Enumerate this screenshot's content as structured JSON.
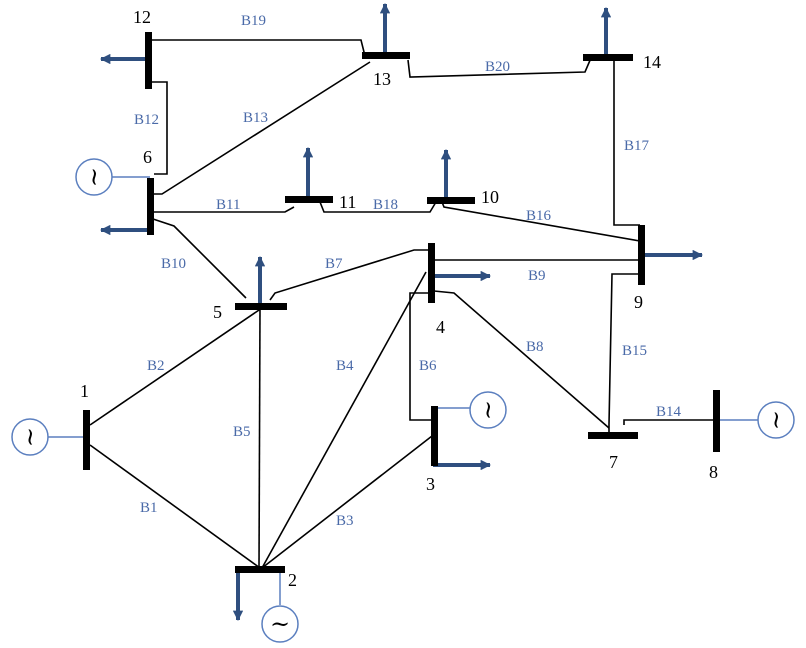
{
  "colors": {
    "line": "#000000",
    "busbar": "#000000",
    "branch_label": "#4a6aa8",
    "load_arrow": "#2f4f7f",
    "generator_stroke": "#5b7fbf"
  },
  "icons": {
    "generator": "ac-source-icon",
    "load": "load-arrow-icon"
  },
  "buses": [
    {
      "id": "bus-1",
      "label": "1"
    },
    {
      "id": "bus-2",
      "label": "2"
    },
    {
      "id": "bus-3",
      "label": "3"
    },
    {
      "id": "bus-4",
      "label": "4"
    },
    {
      "id": "bus-5",
      "label": "5"
    },
    {
      "id": "bus-6",
      "label": "6"
    },
    {
      "id": "bus-7",
      "label": "7"
    },
    {
      "id": "bus-8",
      "label": "8"
    },
    {
      "id": "bus-9",
      "label": "9"
    },
    {
      "id": "bus-10",
      "label": "10"
    },
    {
      "id": "bus-11",
      "label": "11"
    },
    {
      "id": "bus-12",
      "label": "12"
    },
    {
      "id": "bus-13",
      "label": "13"
    },
    {
      "id": "bus-14",
      "label": "14"
    }
  ],
  "branches": [
    {
      "label": "B1",
      "from": "1",
      "to": "2"
    },
    {
      "label": "B2",
      "from": "1",
      "to": "5"
    },
    {
      "label": "B3",
      "from": "2",
      "to": "3"
    },
    {
      "label": "B4",
      "from": "2",
      "to": "4"
    },
    {
      "label": "B5",
      "from": "2",
      "to": "5"
    },
    {
      "label": "B6",
      "from": "3",
      "to": "4"
    },
    {
      "label": "B7",
      "from": "4",
      "to": "5"
    },
    {
      "label": "B8",
      "from": "4",
      "to": "7"
    },
    {
      "label": "B9",
      "from": "4",
      "to": "9"
    },
    {
      "label": "B10",
      "from": "5",
      "to": "6"
    },
    {
      "label": "B11",
      "from": "6",
      "to": "11"
    },
    {
      "label": "B12",
      "from": "6",
      "to": "12"
    },
    {
      "label": "B13",
      "from": "6",
      "to": "13"
    },
    {
      "label": "B14",
      "from": "7",
      "to": "8"
    },
    {
      "label": "B15",
      "from": "7",
      "to": "9"
    },
    {
      "label": "B16",
      "from": "9",
      "to": "10"
    },
    {
      "label": "B17",
      "from": "9",
      "to": "14"
    },
    {
      "label": "B18",
      "from": "10",
      "to": "11"
    },
    {
      "label": "B19",
      "from": "12",
      "to": "13"
    },
    {
      "label": "B20",
      "from": "13",
      "to": "14"
    }
  ],
  "generators": [
    {
      "bus": "1",
      "symbol": "~"
    },
    {
      "bus": "2",
      "symbol": "~"
    },
    {
      "bus": "3",
      "symbol": "~"
    },
    {
      "bus": "6",
      "symbol": "~"
    },
    {
      "bus": "8",
      "symbol": "~"
    }
  ],
  "loads": [
    "2",
    "3",
    "4",
    "5",
    "6",
    "9",
    "10",
    "11",
    "12",
    "13",
    "14"
  ]
}
